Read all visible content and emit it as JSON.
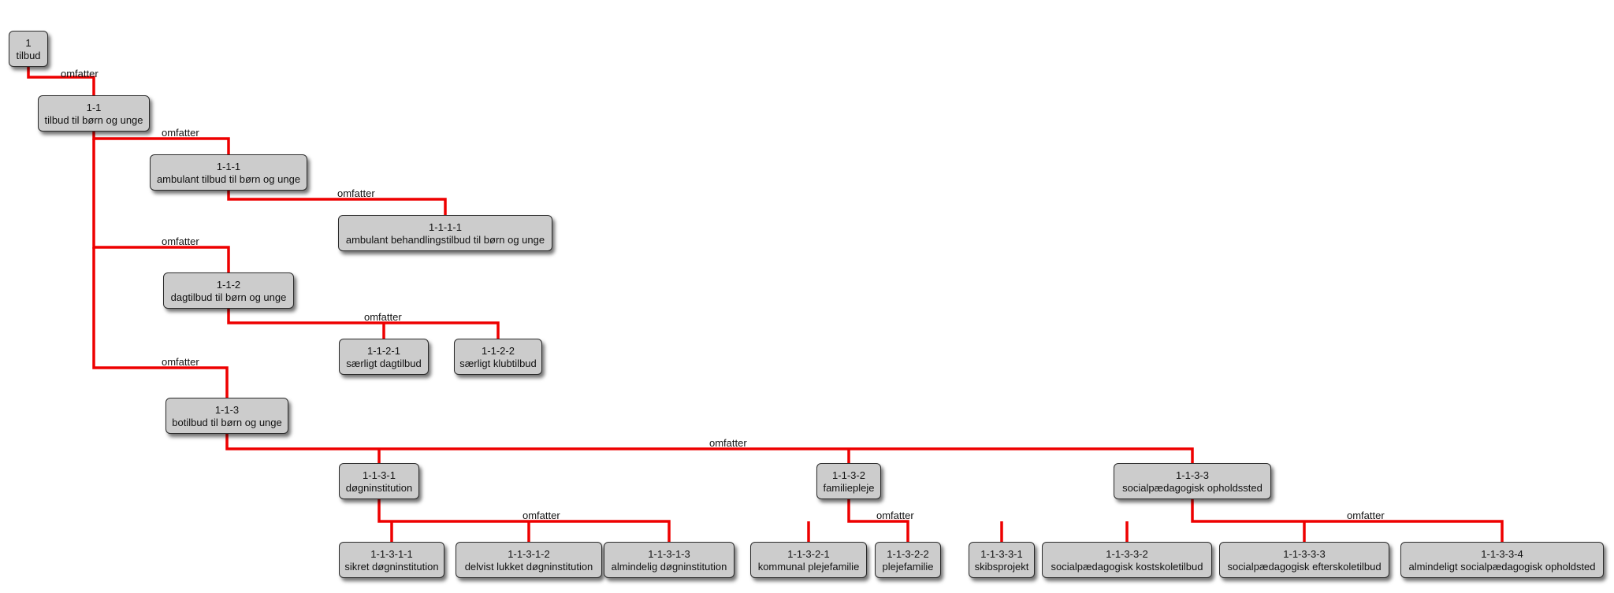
{
  "relation_label": "omfatter",
  "edge_color": "#ee0000",
  "node_fill": "#cccccc",
  "nodes": {
    "n1": {
      "code": "1",
      "label": "tilbud"
    },
    "n11": {
      "code": "1-1",
      "label": "tilbud til børn og unge"
    },
    "n111": {
      "code": "1-1-1",
      "label": "ambulant tilbud til børn og unge"
    },
    "n1111": {
      "code": "1-1-1-1",
      "label": "ambulant behandlingstilbud til børn og unge"
    },
    "n112": {
      "code": "1-1-2",
      "label": "dagtilbud til børn og unge"
    },
    "n1121": {
      "code": "1-1-2-1",
      "label": "særligt dagtilbud"
    },
    "n1122": {
      "code": "1-1-2-2",
      "label": "særligt klubtilbud"
    },
    "n113": {
      "code": "1-1-3",
      "label": "botilbud til børn og unge"
    },
    "n1131": {
      "code": "1-1-3-1",
      "label": "døgninstitution"
    },
    "n1132": {
      "code": "1-1-3-2",
      "label": "familiepleje"
    },
    "n1133": {
      "code": "1-1-3-3",
      "label": "socialpædagogisk opholdssted"
    },
    "n11311": {
      "code": "1-1-3-1-1",
      "label": "sikret døgninstitution"
    },
    "n11312": {
      "code": "1-1-3-1-2",
      "label": "delvist lukket døgninstitution"
    },
    "n11313": {
      "code": "1-1-3-1-3",
      "label": "almindelig døgninstitution"
    },
    "n11321": {
      "code": "1-1-3-2-1",
      "label": "kommunal plejefamilie"
    },
    "n11322": {
      "code": "1-1-3-2-2",
      "label": "plejefamilie"
    },
    "n11331": {
      "code": "1-1-3-3-1",
      "label": "skibsprojekt"
    },
    "n11332": {
      "code": "1-1-3-3-2",
      "label": "socialpædagogisk kostskoletilbud"
    },
    "n11333": {
      "code": "1-1-3-3-3",
      "label": "socialpædagogisk efterskoletilbud"
    },
    "n11334": {
      "code": "1-1-3-3-4",
      "label": "almindeligt socialpædagogisk opholdsted"
    }
  }
}
